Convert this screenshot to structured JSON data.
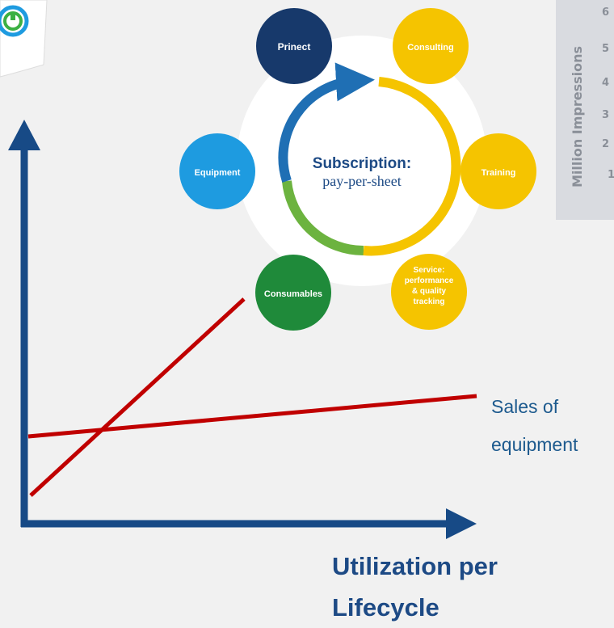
{
  "diagram": {
    "center_title": "Subscription:",
    "center_subtitle": "pay-per-sheet",
    "nodes": [
      {
        "id": "prinect",
        "label_lines": [
          "Prinect"
        ],
        "color": "#17396b"
      },
      {
        "id": "consulting",
        "label_lines": [
          "Consulting"
        ],
        "color": "#f5c400"
      },
      {
        "id": "training",
        "label_lines": [
          "Training"
        ],
        "color": "#f5c400"
      },
      {
        "id": "service",
        "label_lines": [
          "Service:",
          "performance",
          "& quality",
          "tracking"
        ],
        "color": "#f5c400"
      },
      {
        "id": "consumables",
        "label_lines": [
          "Consumables"
        ],
        "color": "#1f8a3a"
      },
      {
        "id": "equipment",
        "label_lines": [
          "Equipment"
        ],
        "color": "#1e9be0"
      }
    ],
    "ring_colors": {
      "blue": "#1f6fb4",
      "yellow": "#f5c400",
      "green": "#6cb33f"
    }
  },
  "chart": {
    "x_axis_title_lines": [
      "Utilization per",
      "Lifecycle"
    ],
    "sales_label_lines": [
      "Sales of",
      "equipment"
    ],
    "axis_color": "#174a86",
    "line_color": "#c00000"
  },
  "inset": {
    "ylabel": "Million Impressions",
    "tick_labels": [
      "6",
      "5",
      "4",
      "3",
      "2",
      "1"
    ]
  },
  "colors": {
    "background": "#f1f1f1",
    "accent": "#174a86"
  }
}
